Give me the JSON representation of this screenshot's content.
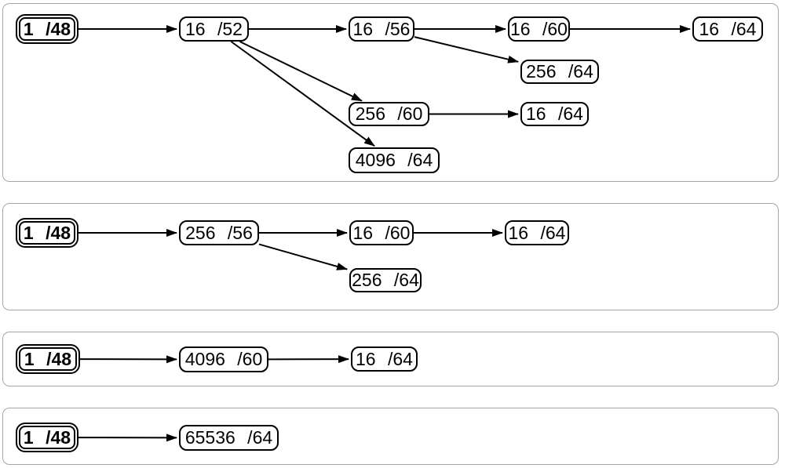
{
  "colors": {
    "node_border": "#000000",
    "edge": "#000000",
    "panel_border": "#a6a6a6",
    "background": "#ffffff",
    "text": "#000000"
  },
  "diagram": {
    "panels": [
      {
        "nodes": [
          {
            "id": "start",
            "label": "1 /48",
            "start": true
          },
          {
            "id": "n16_52",
            "label": "16 /52"
          },
          {
            "id": "n16_56",
            "label": "16 /56"
          },
          {
            "id": "n16_60",
            "label": "16 /60"
          },
          {
            "id": "n16_64_top",
            "label": "16 /64"
          },
          {
            "id": "n256_64",
            "label": "256 /64"
          },
          {
            "id": "n256_60",
            "label": "256 /60"
          },
          {
            "id": "n16_64_mid",
            "label": "16 /64"
          },
          {
            "id": "n4096_64",
            "label": "4096 /64"
          }
        ],
        "edges": [
          {
            "from": "start",
            "to": "n16_52"
          },
          {
            "from": "n16_52",
            "to": "n16_56"
          },
          {
            "from": "n16_56",
            "to": "n16_60"
          },
          {
            "from": "n16_60",
            "to": "n16_64_top"
          },
          {
            "from": "n16_56",
            "to": "n256_64"
          },
          {
            "from": "n16_52",
            "to": "n256_60"
          },
          {
            "from": "n16_52",
            "to": "n4096_64"
          },
          {
            "from": "n256_60",
            "to": "n16_64_mid"
          }
        ]
      },
      {
        "nodes": [
          {
            "id": "start",
            "label": "1 /48",
            "start": true
          },
          {
            "id": "n256_56",
            "label": "256 /56"
          },
          {
            "id": "n16_60",
            "label": "16 /60"
          },
          {
            "id": "n16_64",
            "label": "16 /64"
          },
          {
            "id": "n256_64",
            "label": "256 /64"
          }
        ],
        "edges": [
          {
            "from": "start",
            "to": "n256_56"
          },
          {
            "from": "n256_56",
            "to": "n16_60"
          },
          {
            "from": "n16_60",
            "to": "n16_64"
          },
          {
            "from": "n256_56",
            "to": "n256_64"
          }
        ]
      },
      {
        "nodes": [
          {
            "id": "start",
            "label": "1 /48",
            "start": true
          },
          {
            "id": "n4096_60",
            "label": "4096 /60"
          },
          {
            "id": "n16_64",
            "label": "16 /64"
          }
        ],
        "edges": [
          {
            "from": "start",
            "to": "n4096_60"
          },
          {
            "from": "n4096_60",
            "to": "n16_64"
          }
        ]
      },
      {
        "nodes": [
          {
            "id": "start",
            "label": "1 /48",
            "start": true
          },
          {
            "id": "n65536_64",
            "label": "65536 /64"
          }
        ],
        "edges": [
          {
            "from": "start",
            "to": "n65536_64"
          }
        ]
      }
    ]
  }
}
